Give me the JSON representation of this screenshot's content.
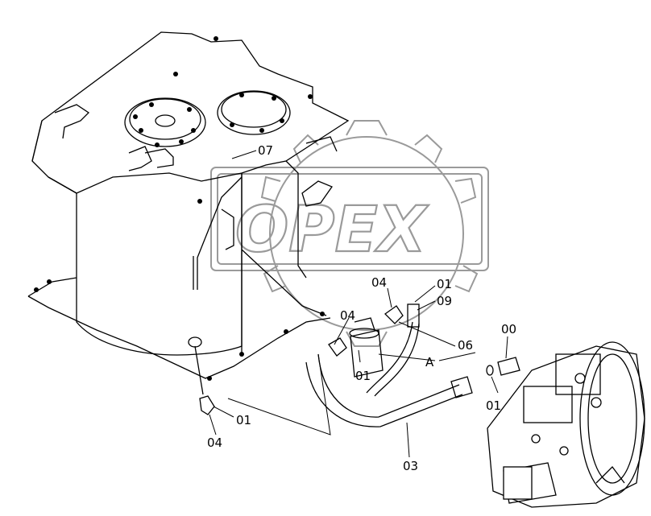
{
  "diagram": {
    "watermark": {
      "text": "OPEX",
      "color": "#9a9a9a"
    },
    "part_labels": [
      {
        "id": "label-07",
        "text": "07"
      },
      {
        "id": "label-04-a",
        "text": "04"
      },
      {
        "id": "label-01-a",
        "text": "01"
      },
      {
        "id": "label-09",
        "text": "09"
      },
      {
        "id": "label-04-b",
        "text": "04"
      },
      {
        "id": "label-06",
        "text": "06"
      },
      {
        "id": "label-a",
        "text": "A"
      },
      {
        "id": "label-01-b",
        "text": "01"
      },
      {
        "id": "label-00",
        "text": "00"
      },
      {
        "id": "label-01-c",
        "text": "01"
      },
      {
        "id": "label-01-d",
        "text": "01"
      },
      {
        "id": "label-04-c",
        "text": "04"
      },
      {
        "id": "label-03",
        "text": "03"
      }
    ]
  }
}
